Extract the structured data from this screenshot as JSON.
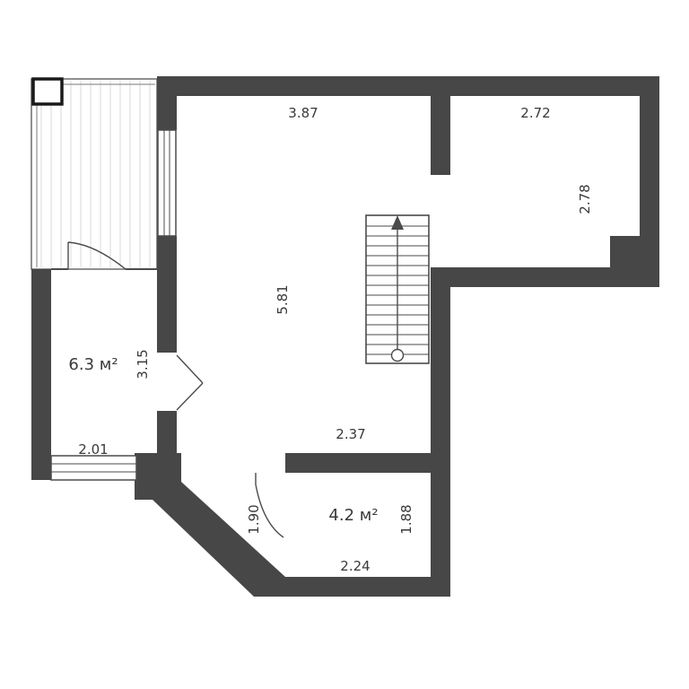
{
  "title": "apartment-floor-plan",
  "rooms": [
    {
      "id": "room-6-3",
      "area_label": "6.3 м²"
    },
    {
      "id": "room-4-2",
      "area_label": "4.2 м²"
    }
  ],
  "dimensions": {
    "top_left_width": "3.87",
    "top_right_width": "2.72",
    "right_room_height": "2.78",
    "hall_height": "5.81",
    "room63_wall_length": "3.15",
    "room63_width": "2.01",
    "hall_bottom_width": "2.37",
    "room42_door_side": "1.90",
    "room42_height": "1.88",
    "room42_width": "2.24"
  },
  "colors": {
    "wall": "#474747",
    "line": "#4b4b4b",
    "hatch": "#c9c9c9",
    "text": "#3a3a3a",
    "background": "#ffffff"
  }
}
